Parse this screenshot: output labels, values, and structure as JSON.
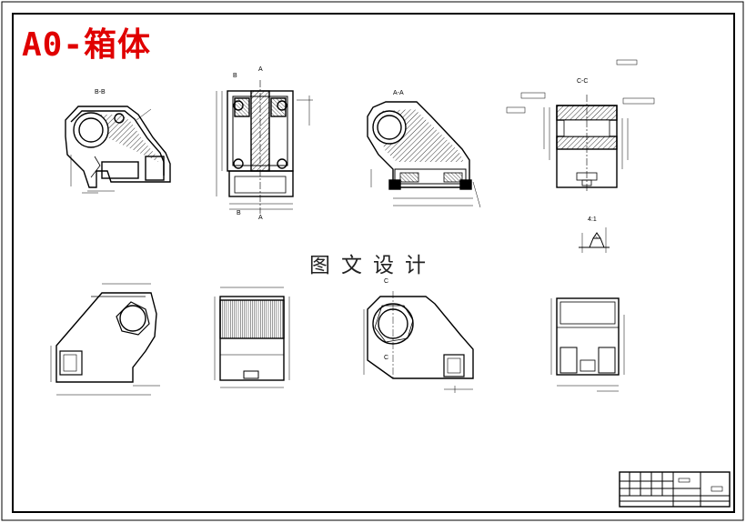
{
  "title": "A0-箱体",
  "watermark": "图文设计",
  "section_labels": {
    "bb": "B-B",
    "aa": "A-A",
    "cc": "C-C",
    "a_top": "A",
    "a_bottom": "A",
    "b_top": "B",
    "b_bottom": "B",
    "c_mark": "C",
    "c_arrow": "C",
    "scale_detail": "4:1"
  }
}
